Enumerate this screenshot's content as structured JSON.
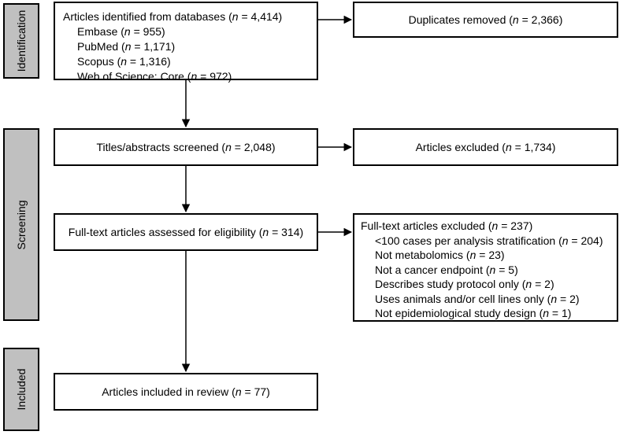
{
  "phases": {
    "identification": "Identification",
    "screening": "Screening",
    "included": "Included"
  },
  "identified": {
    "title": {
      "pre": "Articles identified from databases (",
      "n": "n",
      "post": " = 4,414)"
    },
    "sources": [
      {
        "pre": "Embase (",
        "n": "n",
        "post": " = 955)"
      },
      {
        "pre": "PubMed (",
        "n": "n",
        "post": " = 1,171)"
      },
      {
        "pre": "Scopus (",
        "n": "n",
        "post": " = 1,316)"
      },
      {
        "pre": "Web of Science: Core (",
        "n": "n",
        "post": " = 972)"
      }
    ]
  },
  "duplicates": {
    "pre": "Duplicates removed (",
    "n": "n",
    "post": " = 2,366)"
  },
  "screened": {
    "pre": "Titles/abstracts screened (",
    "n": "n",
    "post": " = 2,048)"
  },
  "excluded_abstracts": {
    "pre": "Articles excluded (",
    "n": "n",
    "post": " = 1,734)"
  },
  "fulltext": {
    "pre": "Full-text articles assessed for eligibility (",
    "n": "n",
    "post": " = 314)"
  },
  "fulltext_excluded": {
    "title": {
      "pre": "Full-text articles excluded (",
      "n": "n",
      "post": " = 237)"
    },
    "reasons": [
      {
        "pre": "<100 cases per analysis stratification (",
        "n": "n",
        "post": " = 204)"
      },
      {
        "pre": "Not metabolomics (",
        "n": "n",
        "post": " = 23)"
      },
      {
        "pre": "Not a cancer endpoint (",
        "n": "n",
        "post": " = 5)"
      },
      {
        "pre": "Describes study protocol only (",
        "n": "n",
        "post": " = 2)"
      },
      {
        "pre": "Uses animals and/or cell lines only (",
        "n": "n",
        "post": " = 2)"
      },
      {
        "pre": "Not epidemiological study design (",
        "n": "n",
        "post": " = 1)"
      }
    ]
  },
  "included": {
    "pre": "Articles included in review (",
    "n": "n",
    "post": " = 77)"
  }
}
